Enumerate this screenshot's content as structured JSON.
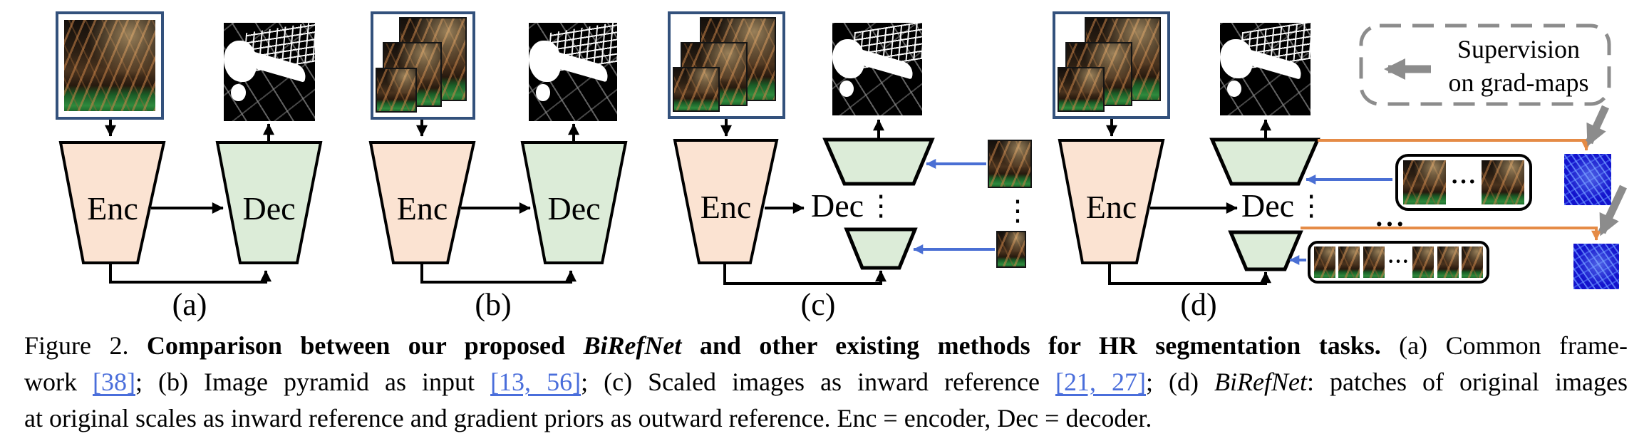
{
  "figure": {
    "panel_labels": [
      "(a)",
      "(b)",
      "(c)",
      "(d)"
    ],
    "enc_label": "Enc",
    "dec_label": "Dec",
    "vdots": "⋮",
    "hdots": "···",
    "supervision": {
      "line1": "Supervision",
      "line2": "on grad-maps"
    },
    "colors": {
      "encoder_fill": "#fbe3d2",
      "decoder_fill": "#dcecd8",
      "input_box_border": "#33517c",
      "arrow_black": "#000000",
      "arrow_blue": "#4a6fd4",
      "arrow_orange": "#e58b46",
      "arrow_gray": "#8c8c8c",
      "gradmap_blue": "#1313cd",
      "citation_blue": "#4a6edb"
    }
  },
  "caption": {
    "line1": {
      "prefix": "Figure 2. ",
      "bold1": "Comparison between our proposed ",
      "birefnet": "BiRefNet",
      "bold2": " and other existing methods for HR segmentation tasks.",
      "tail": " (a) Common frame-"
    },
    "line2": {
      "t1": "work ",
      "cite1": "[38]",
      "t2": "; (b) Image pyramid as input ",
      "cite2": "[13, 56]",
      "t3": "; (c) Scaled images as inward reference ",
      "cite3": "[21, 27]",
      "t4": "; (d) ",
      "birefnet": "BiRefNet",
      "t5": ": patches of original images"
    },
    "line3": "at original scales as inward reference and gradient priors as outward reference. Enc = encoder, Dec = decoder."
  }
}
